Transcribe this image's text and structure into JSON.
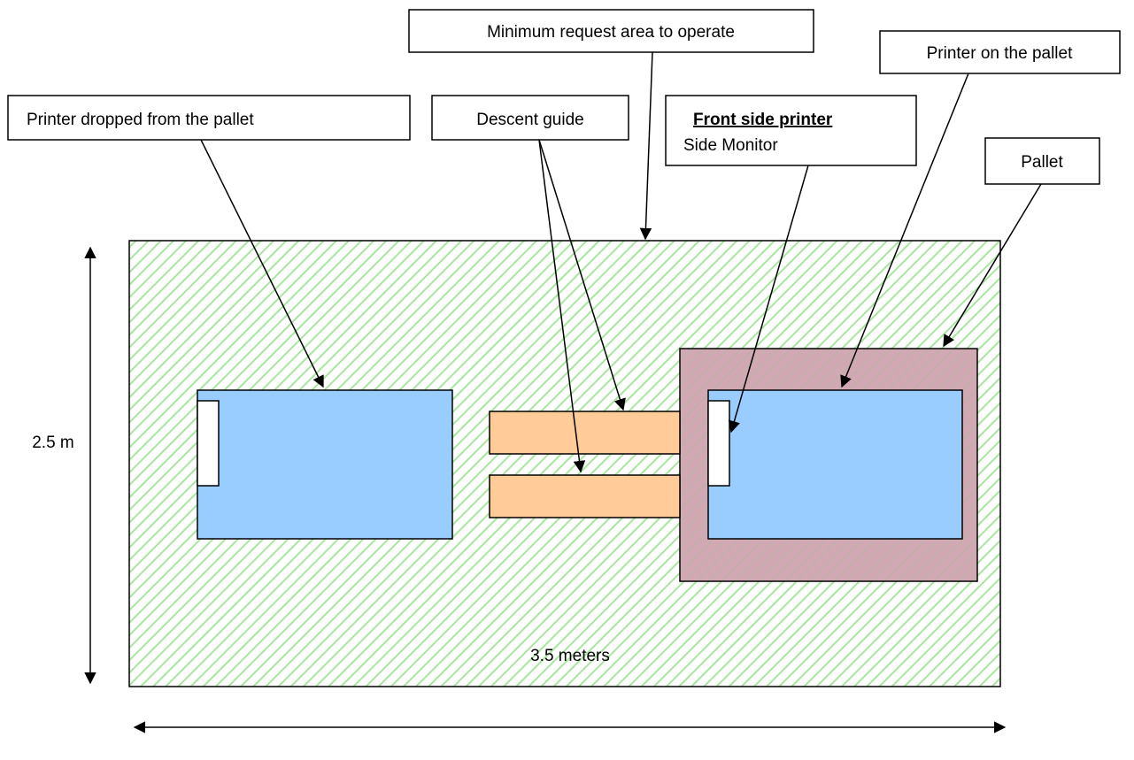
{
  "labels": {
    "min_area": "Minimum request area to operate",
    "printer_on_pallet": "Printer on the pallet",
    "printer_dropped": "Printer dropped from the pallet",
    "descent_guide": "Descent guide",
    "front_side_printer": "Front side printer",
    "side_monitor": "Side Monitor",
    "pallet": "Pallet"
  },
  "dimensions": {
    "height_label": "2.5 m",
    "width_label": "3.5 meters"
  },
  "colors": {
    "area_hatch": "#a8e6a0",
    "printer_fill": "#99ccff",
    "guide_fill": "#ffcc99",
    "pallet_fill": "#cc99a8",
    "pallet_hatch": "#b8a5a8",
    "monitor_fill": "#ffffff",
    "line": "#000000"
  }
}
